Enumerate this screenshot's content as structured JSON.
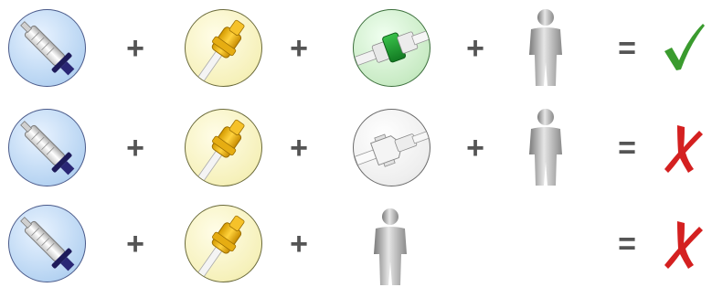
{
  "rows": [
    {
      "ops": {
        "plus": "+",
        "equals": "="
      },
      "result": "check",
      "result_color": "#3a9b2e",
      "third_item": "green-connector"
    },
    {
      "ops": {
        "plus": "+",
        "equals": "="
      },
      "result": "cross",
      "result_color": "#d42020",
      "third_item": "grey-connector"
    },
    {
      "ops": {
        "plus": "+",
        "equals": "="
      },
      "result": "cross",
      "result_color": "#d42020",
      "third_item": "none"
    }
  ],
  "colors": {
    "check": "#3a9b2e",
    "cross": "#d42020",
    "operator": "#555555"
  }
}
